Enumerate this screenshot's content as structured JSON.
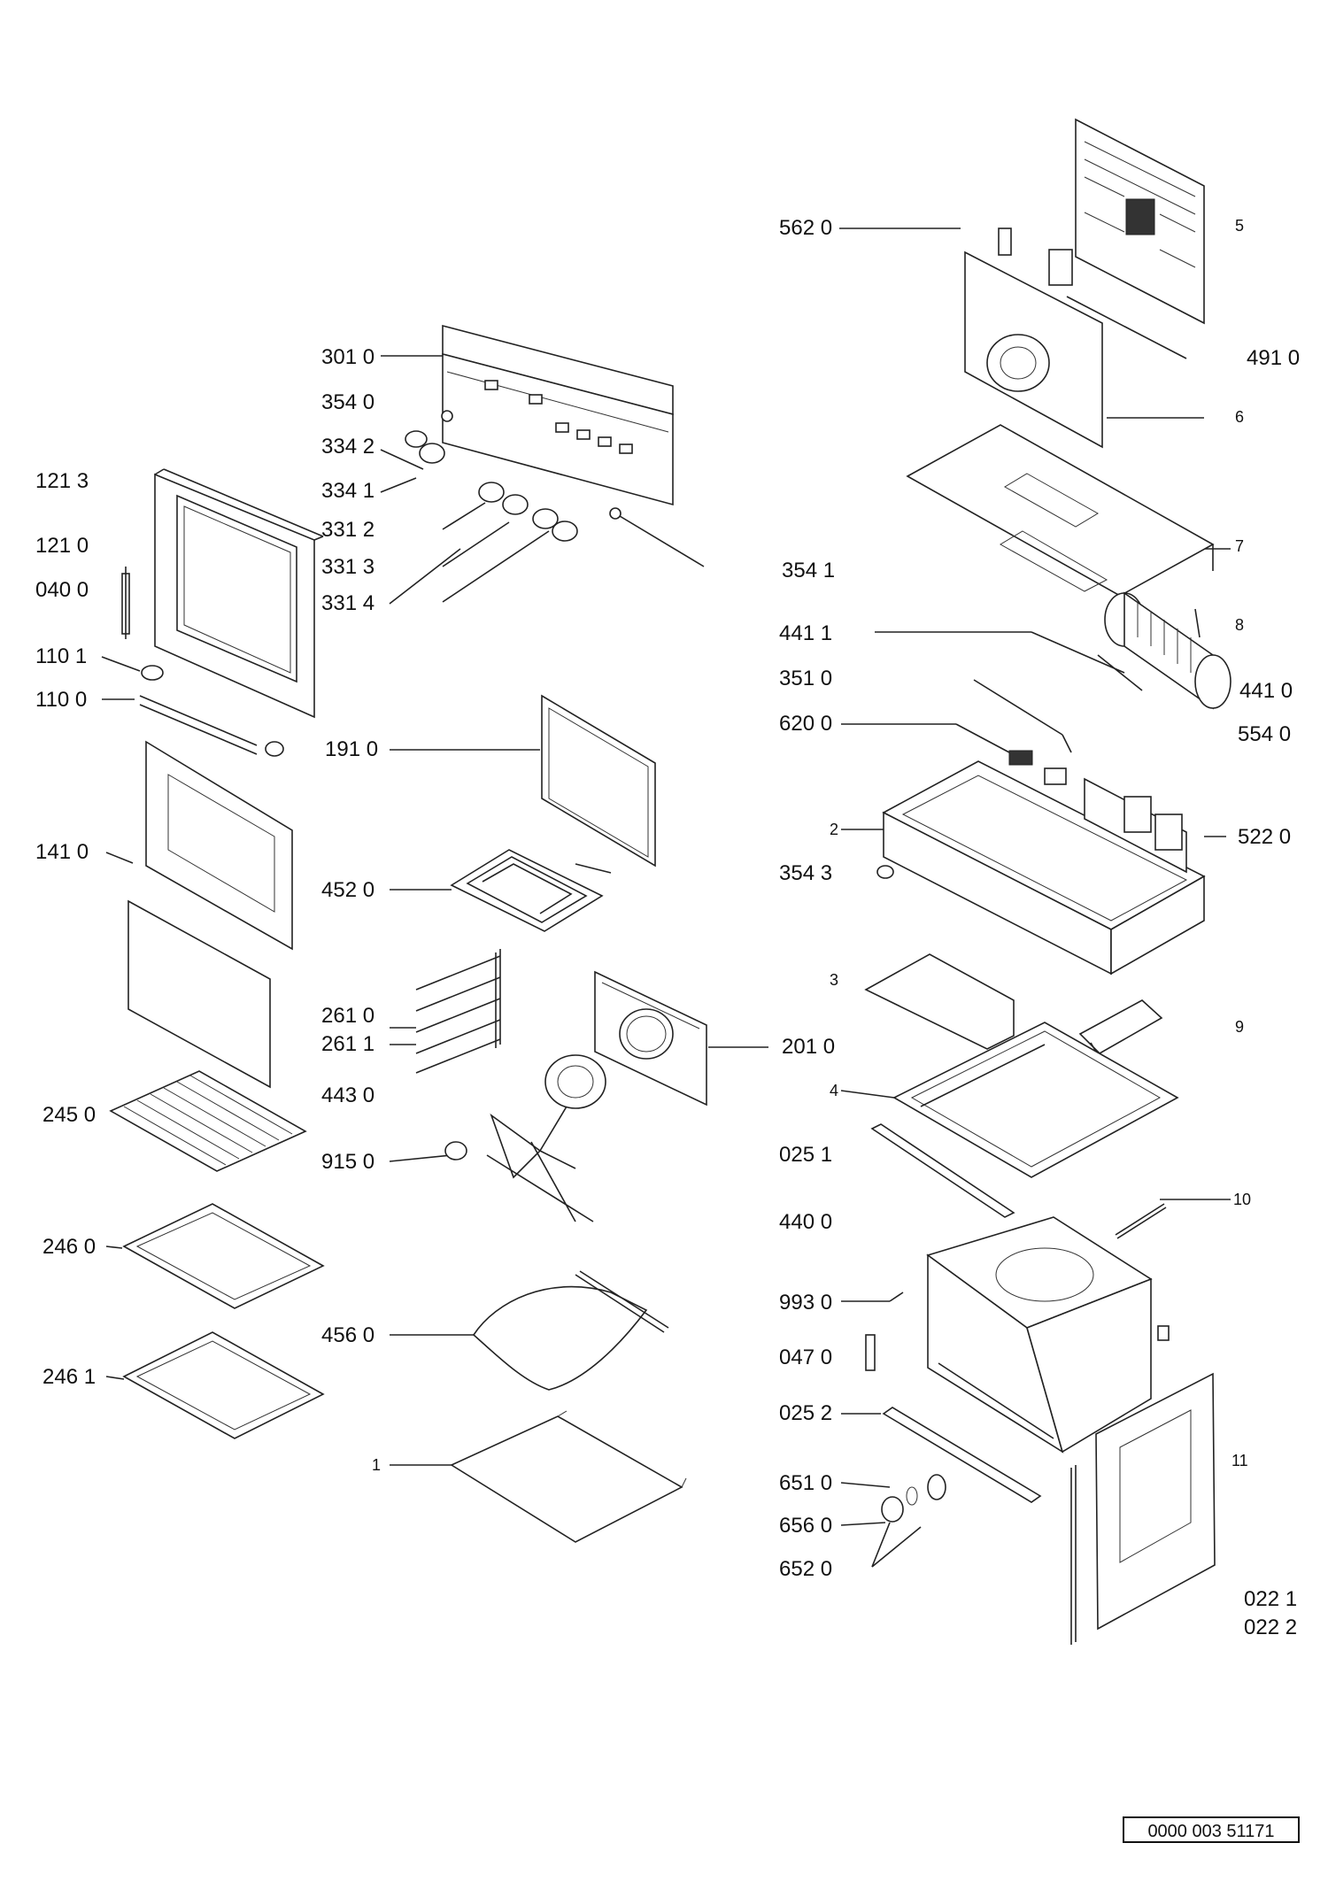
{
  "labels": {
    "l5620": "562 0",
    "l5": "5",
    "l4910": "491 0",
    "l6": "6",
    "l3010": "301 0",
    "l3540": "354 0",
    "l3342": "334 2",
    "l3341": "334 1",
    "l1213": "121 3",
    "l3312": "331 2",
    "l1210": "121 0",
    "l3313": "331 3",
    "l0400": "040 0",
    "l3314": "331 4",
    "l7": "7",
    "l3541": "354 1",
    "l8": "8",
    "l4411": "441 1",
    "l1101": "110 1",
    "l3510": "351 0",
    "l4410": "441 0",
    "l1100": "110 0",
    "l5540": "554 0",
    "l6200": "620 0",
    "l1910": "191 0",
    "l2": "2",
    "l5220": "522 0",
    "l1410": "141 0",
    "l3543": "354 3",
    "l4520": "452 0",
    "l3": "3",
    "l9": "9",
    "l2610": "261 0",
    "l2011": "201 0",
    "l2611": "261 1",
    "l4430": "443 0",
    "l4": "4",
    "l2450": "245 0",
    "l0251": "025 1",
    "l9150": "915 0",
    "l10": "10",
    "l4400": "440 0",
    "l2460": "246 0",
    "l9930": "993 0",
    "l4560": "456 0",
    "l0470": "047 0",
    "l2461": "246 1",
    "l0252": "025 2",
    "l1": "1",
    "l11": "11",
    "l6510": "651 0",
    "l6560": "656 0",
    "l6520": "652 0",
    "l0221": "022 1",
    "l0222": "022 2"
  },
  "document_number": "0000 003 51171"
}
